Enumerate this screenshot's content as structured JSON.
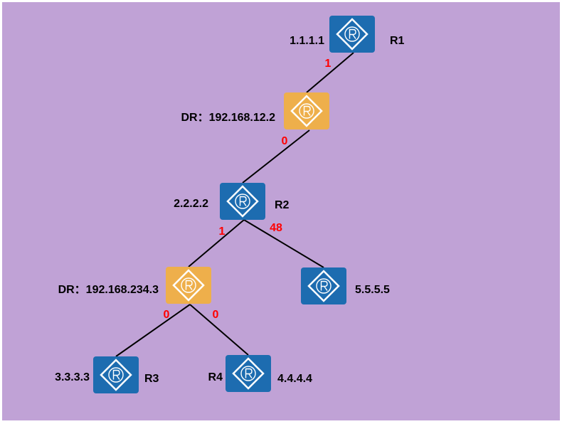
{
  "colors": {
    "background": "#c0a2d6",
    "router": "#1d6cb0",
    "dr": "#eeaf4b",
    "cost": "#ff0000",
    "line": "#000000"
  },
  "nodes": [
    {
      "id": "r1",
      "kind": "router",
      "icon": "router-icon",
      "labels": [
        "1.1.1.1",
        "R1"
      ]
    },
    {
      "id": "dr1",
      "kind": "dr",
      "icon": "router-icon",
      "labels": [
        "DR：192.168.12.2"
      ]
    },
    {
      "id": "r2",
      "kind": "router",
      "icon": "router-icon",
      "labels": [
        "2.2.2.2",
        "R2"
      ]
    },
    {
      "id": "dr2",
      "kind": "dr",
      "icon": "router-icon",
      "labels": [
        "DR：192.168.234.3"
      ]
    },
    {
      "id": "r5",
      "kind": "router",
      "icon": "router-icon",
      "labels": [
        "5.5.5.5"
      ]
    },
    {
      "id": "r3",
      "kind": "router",
      "icon": "router-icon",
      "labels": [
        "3.3.3.3",
        "R3"
      ]
    },
    {
      "id": "r4",
      "kind": "router",
      "icon": "router-icon",
      "labels": [
        "R4",
        "4.4.4.4"
      ]
    }
  ],
  "links": [
    {
      "from": "r1",
      "to": "dr1",
      "cost": "1"
    },
    {
      "from": "dr1",
      "to": "r2",
      "cost": "0"
    },
    {
      "from": "r2",
      "to": "dr2",
      "cost": "1"
    },
    {
      "from": "r2",
      "to": "r5",
      "cost": "48"
    },
    {
      "from": "dr2",
      "to": "r3",
      "cost": "0"
    },
    {
      "from": "dr2",
      "to": "r4",
      "cost": "0"
    }
  ]
}
